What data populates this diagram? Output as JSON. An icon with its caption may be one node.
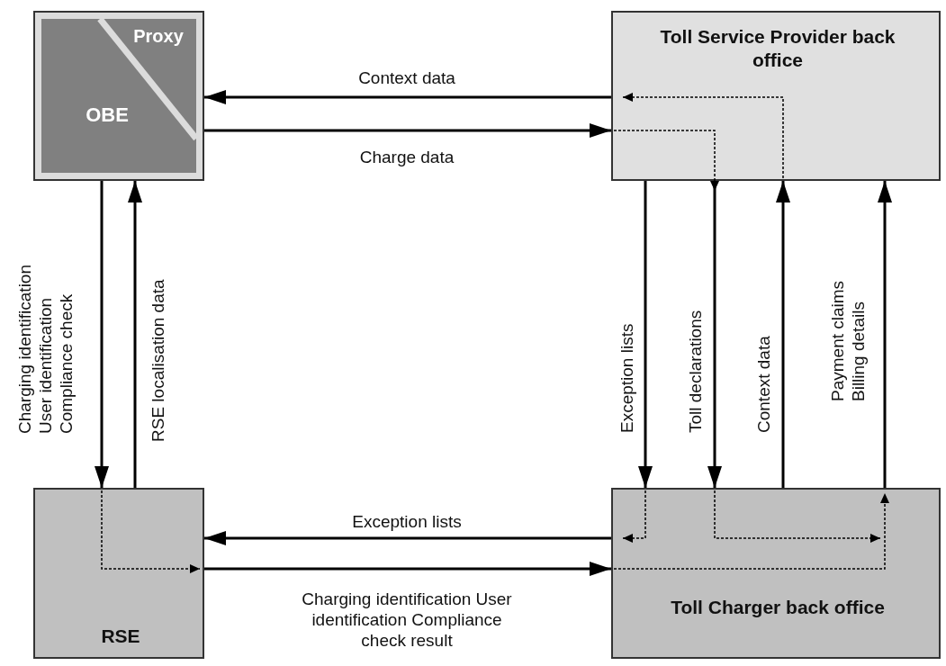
{
  "diagram": {
    "nodes": [
      {
        "text": [
          "Proxy",
          "OBE"
        ]
      },
      {
        "text": [
          "Toll Service Provider back office"
        ]
      },
      {
        "text": [
          "RSE"
        ]
      },
      {
        "text": [
          "Toll Charger back office"
        ]
      }
    ],
    "edges": [
      {
        "from": 1,
        "to": 0,
        "arrow": "to",
        "label": "Context data"
      },
      {
        "from": 0,
        "to": 1,
        "arrow": "to",
        "label": "Charge data"
      },
      {
        "from": 0,
        "to": 2,
        "arrow": "to",
        "label": "Charging identification User identification Compliance check"
      },
      {
        "from": 2,
        "to": 0,
        "arrow": "to",
        "label": "RSE localisation data"
      },
      {
        "from": 3,
        "to": 2,
        "arrow": "to",
        "label": "Exception lists"
      },
      {
        "from": 2,
        "to": 3,
        "arrow": "to",
        "label": "Charging identification User identification Compliance check result"
      },
      {
        "from": 1,
        "to": 3,
        "arrow": "to",
        "label": "Exception lists"
      },
      {
        "from": 1,
        "to": 3,
        "arrow": "to",
        "label": "Toll declarations"
      },
      {
        "from": 3,
        "to": 1,
        "arrow": "to",
        "label": "Context data"
      },
      {
        "from": 3,
        "to": 1,
        "arrow": "to",
        "label": "Payment claims Billing details"
      }
    ]
  }
}
